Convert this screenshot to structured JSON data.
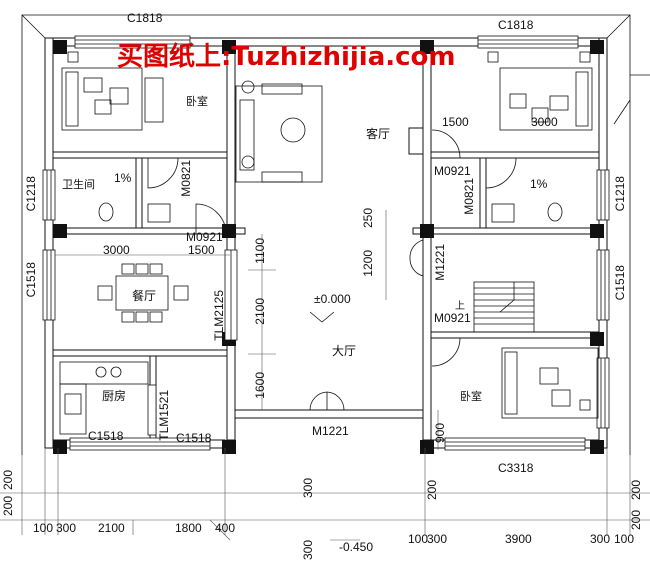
{
  "watermark": "买图纸上:Tuzhizhijia.com",
  "rooms": {
    "bedroom_tl": "卧室",
    "living": "客厅",
    "bath_left": "卫生间",
    "dining": "餐厅",
    "kitchen": "厨房",
    "hall": "大厅",
    "bedroom_br": "卧室"
  },
  "openings": {
    "w_top_left": "C1818",
    "w_top_right": "C1818",
    "w_left_1": "C1218",
    "w_left_2": "C1518",
    "w_right_1": "C1218",
    "w_right_2": "C1518",
    "w_kitchen_1": "C1518",
    "w_kitchen_2": "C1518",
    "w_bottom_right": "C3318",
    "d_m0821_left": "M0821",
    "d_m0921_left": "M0921",
    "d_m0921_right": "M0921",
    "d_m0821_right": "M0821",
    "d_m1221_right": "M1221",
    "d_m0921_stair": "M0921",
    "d_m1221_bottom": "M1221",
    "d_tlm2125": "TLM2125",
    "d_tlm1521": "TLM1521"
  },
  "dims": {
    "d3000_left": "3000",
    "d1500_left": "1500",
    "d1500_right": "1500",
    "d3000_right": "3000",
    "d1100": "1100",
    "d2100": "2100",
    "d1600": "1600",
    "d250": "250",
    "d1200": "1200",
    "d900": "900",
    "bot_100a": "100",
    "bot_300a": "300",
    "bot_2100": "2100",
    "bot_1800": "1800",
    "bot_400": "400",
    "bot_100b": "100",
    "bot_300b": "300",
    "bot_3900": "3900",
    "bot_300c": "300",
    "bot_100c": "100",
    "side_200a": "200",
    "side_200b": "200",
    "side_200c": "200",
    "side_200d": "200",
    "mid_300a": "300",
    "mid_300b": "300",
    "mid_200": "200"
  },
  "levels": {
    "floor": "±0.000",
    "outside": "-0.450",
    "slope_left": "1%",
    "slope_right": "1%"
  },
  "stair_up": "上"
}
